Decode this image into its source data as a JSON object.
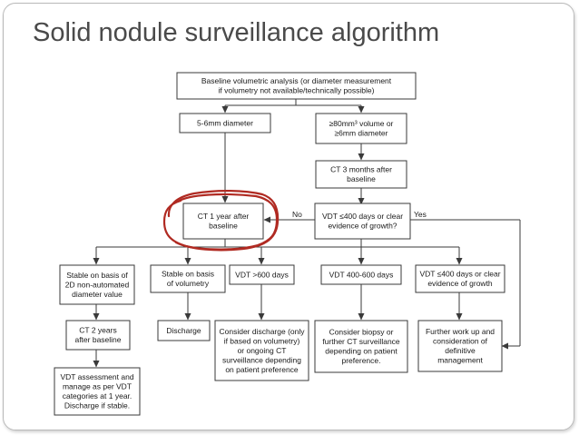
{
  "slide": {
    "title": "Solid nodule surveillance algorithm"
  },
  "flowchart": {
    "baseline": [
      "Baseline volumetric analysis (or diameter measurement",
      "if volumetry not available/technically possible)"
    ],
    "small_diameter": [
      "5-6mm diameter"
    ],
    "large_volume": [
      "≥80mm³ volume or",
      "≥6mm diameter"
    ],
    "ct_3_months": [
      "CT 3 months after",
      "baseline"
    ],
    "ct_1_year": [
      "CT 1 year after",
      "baseline"
    ],
    "vdt_check": [
      "VDT ≤400 days or clear",
      "evidence of growth?"
    ],
    "label_no": "No",
    "label_yes": "Yes",
    "stable_2d": [
      "Stable on basis of",
      "2D non-automated",
      "diameter value"
    ],
    "stable_volumetry": [
      "Stable on basis",
      "of volumetry"
    ],
    "vdt_600": [
      "VDT >600 days"
    ],
    "vdt_400_600": [
      "VDT 400-600 days"
    ],
    "vdt_le_400": [
      "VDT ≤400 days or clear",
      "evidence of growth"
    ],
    "ct_2_years": [
      "CT 2 years",
      "after baseline"
    ],
    "discharge": [
      "Discharge"
    ],
    "consider_discharge": [
      "Consider discharge (only",
      "if based on volumetry)",
      "or ongoing CT",
      "surveillance depending",
      "on patient preference"
    ],
    "consider_biopsy": [
      "Consider biopsy or",
      "further CT surveillance",
      "depending on patient",
      "preference."
    ],
    "further_workup": [
      "Further work up and",
      "consideration of",
      "definitive",
      "management"
    ],
    "vdt_assessment": [
      "VDT assessment and",
      "manage as per VDT",
      "categories at 1 year.",
      "Discharge if stable."
    ]
  },
  "annotation": {
    "highlight_color": "#b02a22"
  }
}
